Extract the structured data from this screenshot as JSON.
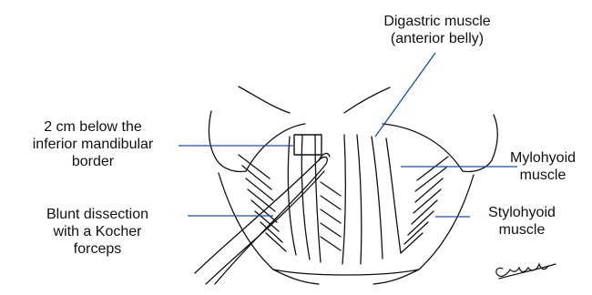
{
  "labels": {
    "digastric_line1": "Digastric muscle",
    "digastric_line2": "(anterior belly)",
    "mandibular_line1": "2 cm below the",
    "mandibular_line2": "inferior mandibular",
    "mandibular_line3": "border",
    "mylohyoid_line1": "Mylohyoid",
    "mylohyoid_line2": "muscle",
    "blunt_line1": "Blunt dissection",
    "blunt_line2": "with a Kocher",
    "blunt_line3": "forceps",
    "stylohyoid_line1": "Stylohyoid",
    "stylohyoid_line2": "muscle"
  },
  "signature": "Cyprian Gel",
  "colors": {
    "leader_line": "#1f4e9a",
    "drawing": "#111111",
    "background": "#ffffff"
  }
}
